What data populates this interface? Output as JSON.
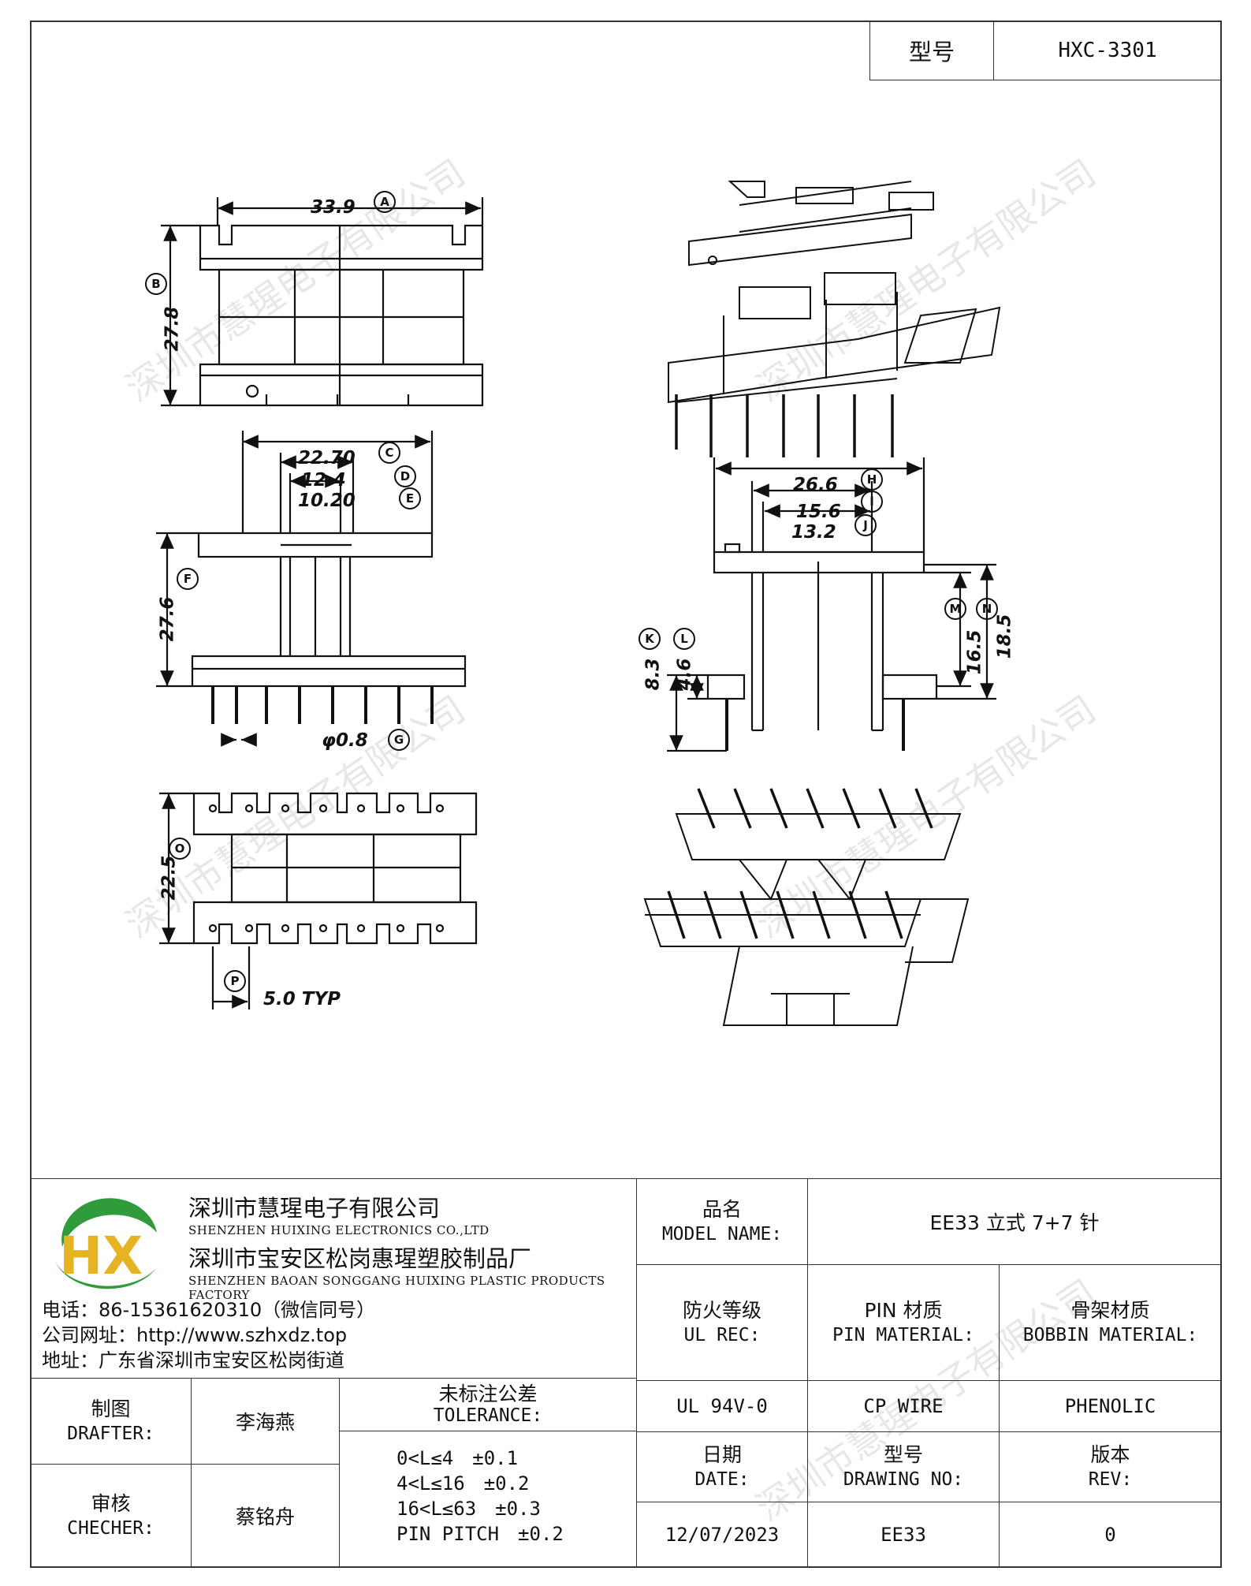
{
  "header": {
    "model_label": "型号",
    "model_value": "HXC-3301"
  },
  "dimensions": {
    "A": "33.9",
    "B": "27.8",
    "C": "22.70",
    "D": "12.4",
    "E": "10.20",
    "F": "27.6",
    "G": "φ0.8",
    "H": "26.6",
    "I": "15.6",
    "J": "13.2",
    "K": "8.3",
    "L": "4.6",
    "M": "16.5",
    "N": "18.5",
    "O": "22.5",
    "P": "5.0 TYP"
  },
  "callouts": [
    "A",
    "B",
    "C",
    "D",
    "E",
    "F",
    "G",
    "H",
    "I",
    "J",
    "K",
    "L",
    "M",
    "N",
    "O",
    "P"
  ],
  "watermark": "深圳市慧瑆电子有限公司",
  "company": {
    "logo_text": "HX",
    "name_cn": "深圳市慧瑆电子有限公司",
    "name_en": "SHENZHEN HUIXING ELECTRONICS CO.,LTD",
    "factory_cn": "深圳市宝安区松岗惠瑆塑胶制品厂",
    "factory_en": "SHENZHEN BAOAN SONGGANG HUIXING PLASTIC PRODUCTS FACTORY",
    "phone": "电话：86-15361620310（微信同号）",
    "website": "公司网址：http://www.szhxdz.top",
    "address": "地址：广东省深圳市宝安区松岗街道"
  },
  "title_block": {
    "model_name_cn": "品名",
    "model_name_en": "MODEL NAME:",
    "model_name_value": "EE33 立式 7+7 针",
    "ul_cn": "防火等级",
    "ul_en": "UL REC:",
    "pin_cn": "PIN 材质",
    "pin_en": "PIN MATERIAL:",
    "bobbin_cn": "骨架材质",
    "bobbin_en": "BOBBIN MATERIAL:",
    "ul_value": "UL 94V-0",
    "pin_value": "CP WIRE",
    "bobbin_value": "PHENOLIC",
    "drafter_cn": "制图",
    "drafter_en": "DRAFTER:",
    "drafter_name": "李海燕",
    "checker_cn": "审核",
    "checker_en": "CHECHER:",
    "checker_name": "蔡铭舟",
    "tolerance_cn": "未标注公差",
    "tolerance_en": "TOLERANCE:",
    "tolerance_lines": [
      "0<L≤4　±0.1",
      "4<L≤16　±0.2",
      "16<L≤63　±0.3",
      "PIN PITCH　±0.2"
    ],
    "date_cn": "日期",
    "date_en": "DATE:",
    "date_value": "12/07/2023",
    "drawing_cn": "型号",
    "drawing_en": "DRAWING NO:",
    "drawing_value": "EE33",
    "rev_cn": "版本",
    "rev_en": "REV:",
    "rev_value": "0"
  }
}
